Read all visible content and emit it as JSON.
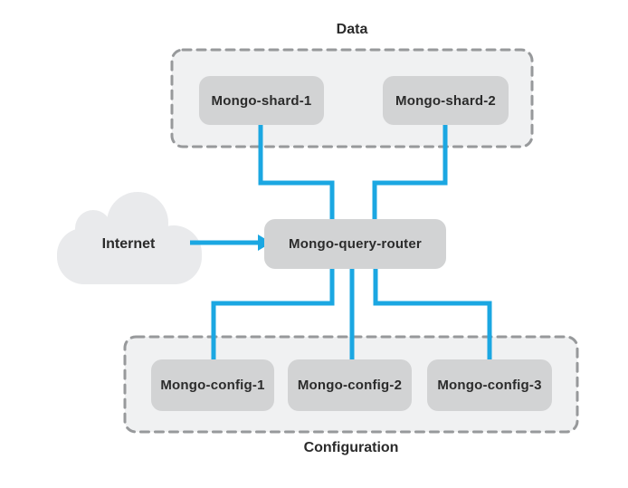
{
  "diagram": {
    "internet": {
      "label": "Internet"
    },
    "router": {
      "label": "Mongo-query-router"
    },
    "groups": {
      "data": {
        "label": "Data",
        "nodes": [
          {
            "label": "Mongo-shard-1"
          },
          {
            "label": "Mongo-shard-2"
          }
        ]
      },
      "configuration": {
        "label": "Configuration",
        "nodes": [
          {
            "label": "Mongo-config-1"
          },
          {
            "label": "Mongo-config-2"
          },
          {
            "label": "Mongo-config-3"
          }
        ]
      }
    },
    "colors": {
      "accent_blue": "#1BA7E2",
      "node_fill": "#D2D3D4",
      "group_fill": "#F0F1F2",
      "group_border": "#97999B",
      "cloud_fill": "#E9EAEC",
      "text": "#2B2B2B",
      "background": "#FFFFFF"
    }
  }
}
